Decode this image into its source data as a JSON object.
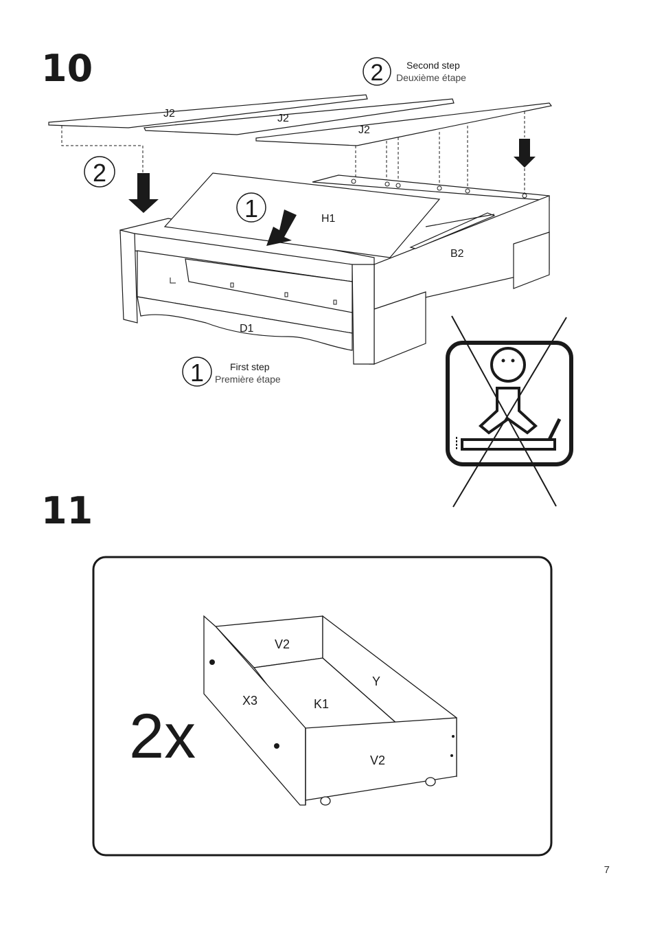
{
  "steps": {
    "step10_number": "10",
    "step11_number": "11"
  },
  "step10": {
    "second_step_marker": "2",
    "second_step_en": "Second step",
    "second_step_fr": "Deuxième étape",
    "first_step_marker": "1",
    "first_step_en": "First step",
    "first_step_fr": "Première étape",
    "board_j2_a": "J2",
    "board_j2_b": "J2",
    "board_j2_c": "J2",
    "panel_h1": "H1",
    "panel_b2": "B2",
    "panel_d1": "D1",
    "arrow_marker_1": "1",
    "arrow_marker_2": "2"
  },
  "step11": {
    "multiplier": "2x",
    "part_v2_back": "V2",
    "part_y": "Y",
    "part_x3": "X3",
    "part_k1": "K1",
    "part_v2_front": "V2"
  },
  "footer": {
    "page_number": "7"
  },
  "icons": {
    "warning": "no-standing-on-bed-icon",
    "arrow": "down-arrow-icon"
  }
}
